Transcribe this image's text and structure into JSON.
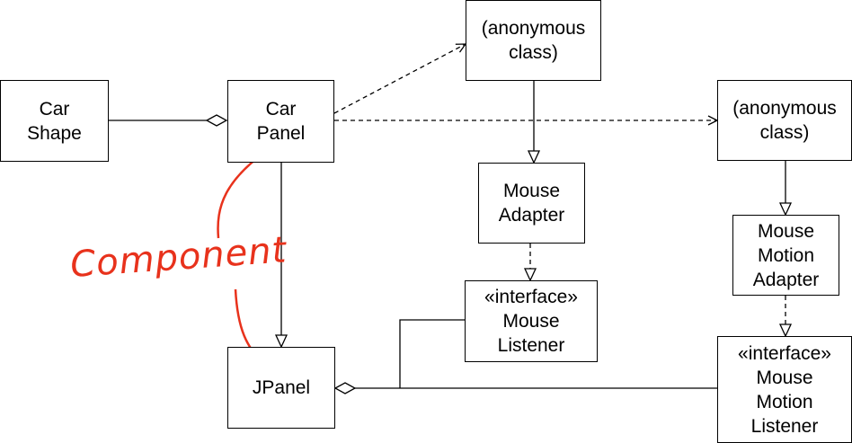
{
  "boxes": {
    "car_shape": [
      "Car",
      "Shape"
    ],
    "car_panel": [
      "Car",
      "Panel"
    ],
    "anon_class_1": [
      "(anonymous",
      "class)"
    ],
    "anon_class_2": [
      "(anonymous",
      "class)"
    ],
    "mouse_adapter": [
      "Mouse",
      "Adapter"
    ],
    "mouse_motion_adapter": [
      "Mouse",
      "Motion",
      "Adapter"
    ],
    "mouse_listener": [
      "«interface»",
      "Mouse",
      "Listener"
    ],
    "jpanel": [
      "JPanel"
    ],
    "mouse_motion_listener": [
      "«interface»",
      "Mouse",
      "Motion",
      "Listener"
    ]
  },
  "annotation": {
    "text": "Component",
    "color": "#e8321c"
  },
  "colors": {
    "line": "#000000",
    "annotation": "#e8321c"
  }
}
